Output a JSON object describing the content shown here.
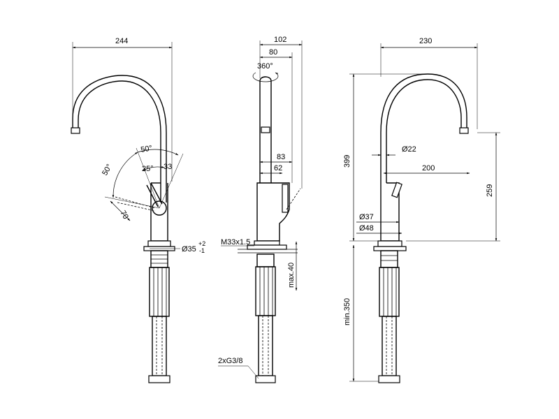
{
  "diagram": {
    "front_view": {
      "width": "244",
      "angle_upper": "50°",
      "angle_left": "50°",
      "angle_inner": "25°",
      "offset_right": "33",
      "lever_length": "70",
      "hole_diameter": "Ø35",
      "hole_tol_plus": "+2",
      "hole_tol_minus": "-1"
    },
    "side_view": {
      "depth_total": "102",
      "depth_spout": "80",
      "rotation": "360°",
      "lever_reach": "83",
      "lever_offset": "62",
      "thread": "M33x1.5",
      "max_counter": "max.40",
      "hose_connection": "2xG3/8"
    },
    "right_view": {
      "width": "230",
      "height_total": "399",
      "spout_diameter": "Ø22",
      "spout_reach": "200",
      "spout_height": "259",
      "body_diameter": "Ø37",
      "base_diameter": "Ø48",
      "hose_length": "min.350"
    }
  }
}
